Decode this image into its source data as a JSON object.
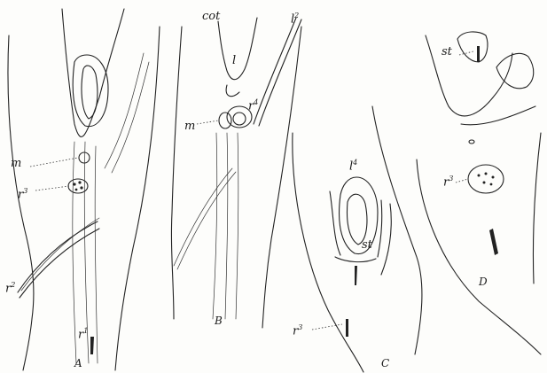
{
  "labels": {
    "A": {
      "m": "m",
      "r3": "r",
      "r3_sup": "3",
      "r2": "r",
      "r2_sup": "2",
      "r1": "r",
      "r1_sup": "1",
      "panel": "A"
    },
    "B": {
      "cot": "cot",
      "l": "l",
      "l2": "l",
      "l2_sup": "2",
      "r4": "r",
      "r4_sup": "4",
      "m": "m",
      "panel": "B"
    },
    "C": {
      "l4": "l",
      "l4_sup": "4",
      "st": "st",
      "r3": "r",
      "r3_sup": "3",
      "panel": "C"
    },
    "D": {
      "st": "st",
      "r3": "r",
      "r3_sup": "3",
      "panel": "D"
    }
  }
}
